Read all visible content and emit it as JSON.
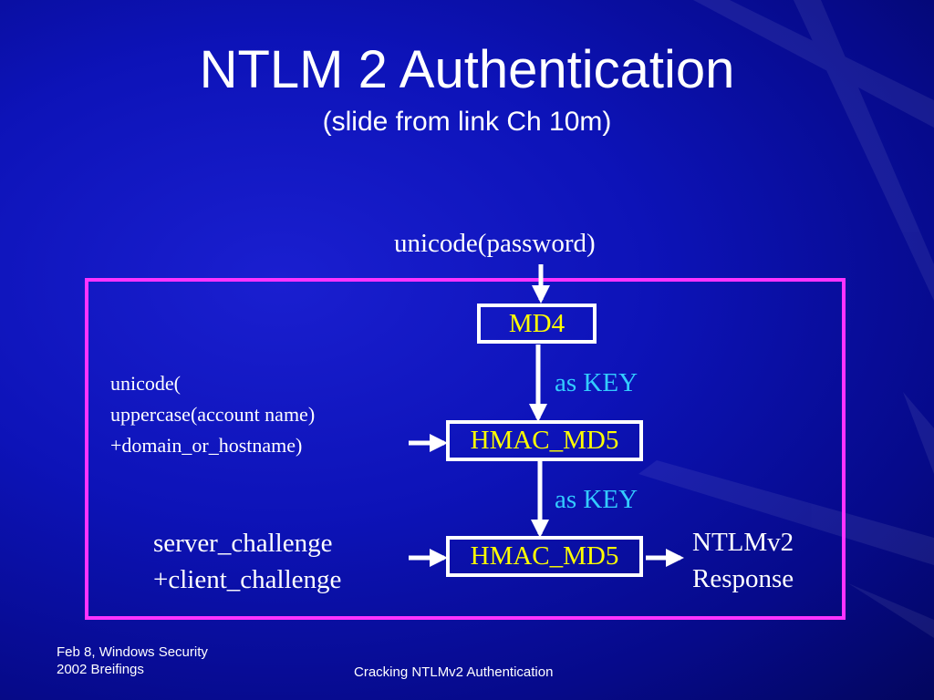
{
  "slide": {
    "title": "NTLM 2 Authentication",
    "subtitle": "(slide from link Ch 10m)"
  },
  "diagram": {
    "input_top": "unicode(password)",
    "md4_label": "MD4",
    "as_key_1": "as KEY",
    "hmac1_label": "HMAC_MD5",
    "as_key_2": "as KEY",
    "hmac2_label": "HMAC_MD5",
    "left_input_1": [
      "unicode(",
      "uppercase(account name)",
      "+domain_or_hostname)"
    ],
    "left_input_2": [
      "server_challenge",
      "+client_challenge"
    ],
    "output": [
      "NTLMv2",
      "Response"
    ]
  },
  "footer": {
    "left": [
      "Feb 8, Windows Security",
      "2002 Breifings"
    ],
    "center": "Cracking NTLMv2 Authentication"
  },
  "colors": {
    "background": "#0d13b8",
    "frame": "#ff33ff",
    "box_text": "#ffff00",
    "key_text": "#33ccff"
  }
}
